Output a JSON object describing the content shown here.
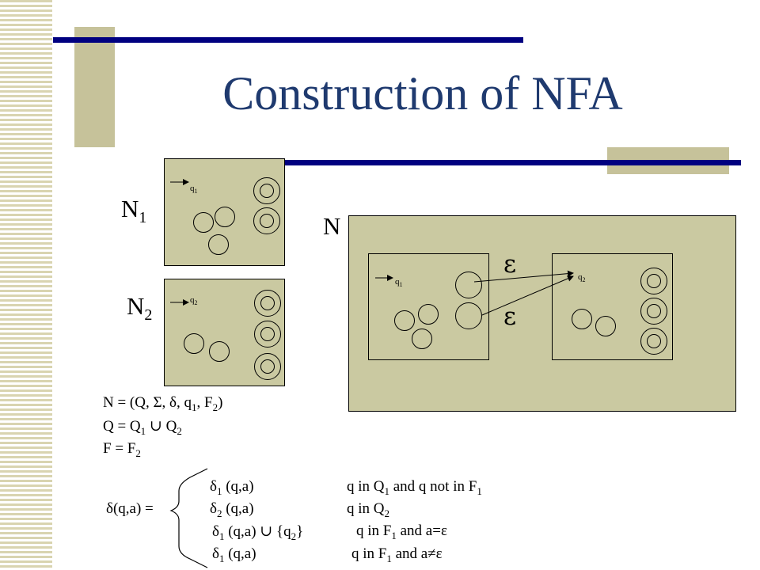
{
  "title": "Construction of NFA",
  "labels": {
    "n1": "N",
    "n1_sub": "1",
    "n2": "N",
    "n2_sub": "2",
    "n": "N"
  },
  "states": {
    "q1_text": "q",
    "q1_sub": "1",
    "q2_text": "q",
    "q2_sub": "2"
  },
  "epsilon": "ε",
  "definitions": [
    {
      "pre": "N = (Q, Σ, δ, q",
      "s1": "1",
      "mid": ", F",
      "s2": "2",
      "post": ")"
    },
    {
      "pre": "Q = Q",
      "s1": "1",
      "mid": " ∪ Q",
      "s2": "2",
      "post": ""
    },
    {
      "pre": "F = F",
      "s1": "2",
      "mid": "",
      "s2": "",
      "post": ""
    }
  ],
  "delta_lhs": "δ(q,a) =",
  "cases": [
    {
      "func_pre": "δ",
      "func_sub": "1",
      "func_post": " (q,a)",
      "cond_pre": "q in Q",
      "cond_sub": "1",
      "cond_post": " and q not in F",
      "cond_sub2": "1",
      "cond_end": ""
    },
    {
      "func_pre": "δ",
      "func_sub": "2",
      "func_post": " (q,a)",
      "cond_pre": "q in Q",
      "cond_sub": "2",
      "cond_post": "",
      "cond_sub2": "",
      "cond_end": ""
    },
    {
      "func_pre": "δ",
      "func_sub": "1",
      "func_post": " (q,a) ∪ {q",
      "func_sub2": "2",
      "func_end": "}",
      "cond_pre": "q in F",
      "cond_sub": "1",
      "cond_post": " and a=ε",
      "cond_sub2": "",
      "cond_end": ""
    },
    {
      "func_pre": "δ",
      "func_sub": "1",
      "func_post": " (q,a)",
      "cond_pre": "q in F",
      "cond_sub": "1",
      "cond_post": " and a≠ε",
      "cond_sub2": "",
      "cond_end": ""
    }
  ]
}
